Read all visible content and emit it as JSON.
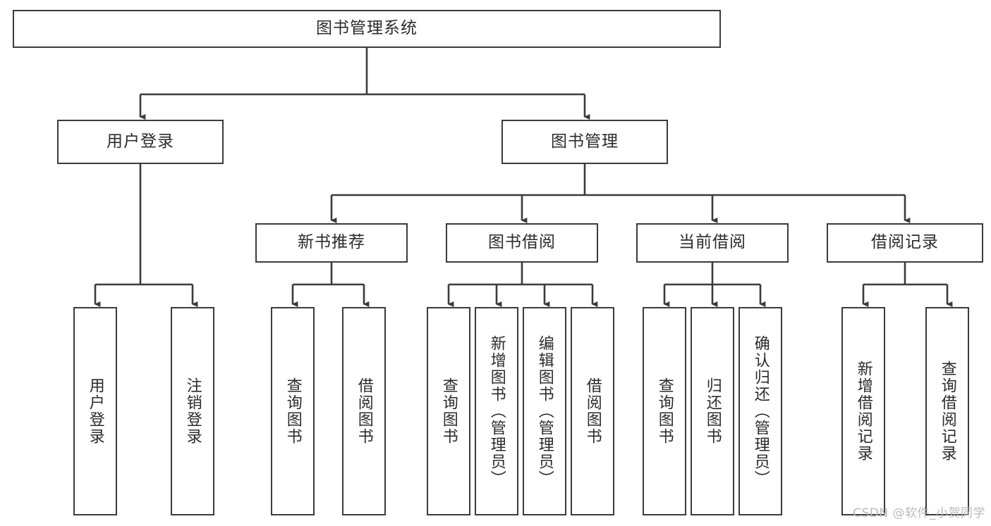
{
  "diagram": {
    "type": "tree",
    "title": "图书管理系统",
    "orientation": "top-down",
    "colors": {
      "box_border": "#3b3b3b",
      "box_fill": "#ffffff",
      "connector": "#3b3b3b",
      "text": "#2b2b2b",
      "watermark": "#b9b9b9",
      "background": "#ffffff"
    }
  },
  "root": {
    "label": "图书管理系统"
  },
  "level2": [
    {
      "label": "用户登录"
    },
    {
      "label": "图书管理"
    }
  ],
  "level3": [
    {
      "label": "新书推荐"
    },
    {
      "label": "图书借阅"
    },
    {
      "label": "当前借阅"
    },
    {
      "label": "借阅记录"
    }
  ],
  "leaves": {
    "user_login": [
      {
        "label": "用户登录"
      },
      {
        "label": "注销登录"
      }
    ],
    "new_book_recommend": [
      {
        "label": "查询图书"
      },
      {
        "label": "借阅图书"
      }
    ],
    "book_borrow": [
      {
        "label": "查询图书"
      },
      {
        "label": "新增图书（管理员）"
      },
      {
        "label": "编辑图书（管理员）"
      },
      {
        "label": "借阅图书"
      }
    ],
    "current_borrow": [
      {
        "label": "查询图书"
      },
      {
        "label": "归还图书"
      },
      {
        "label": "确认归还（管理员）"
      }
    ],
    "borrow_record": [
      {
        "label": "新增借阅记录"
      },
      {
        "label": "查询借阅记录"
      }
    ]
  },
  "watermark": {
    "text": "CSDN @软件_小贺同学"
  }
}
